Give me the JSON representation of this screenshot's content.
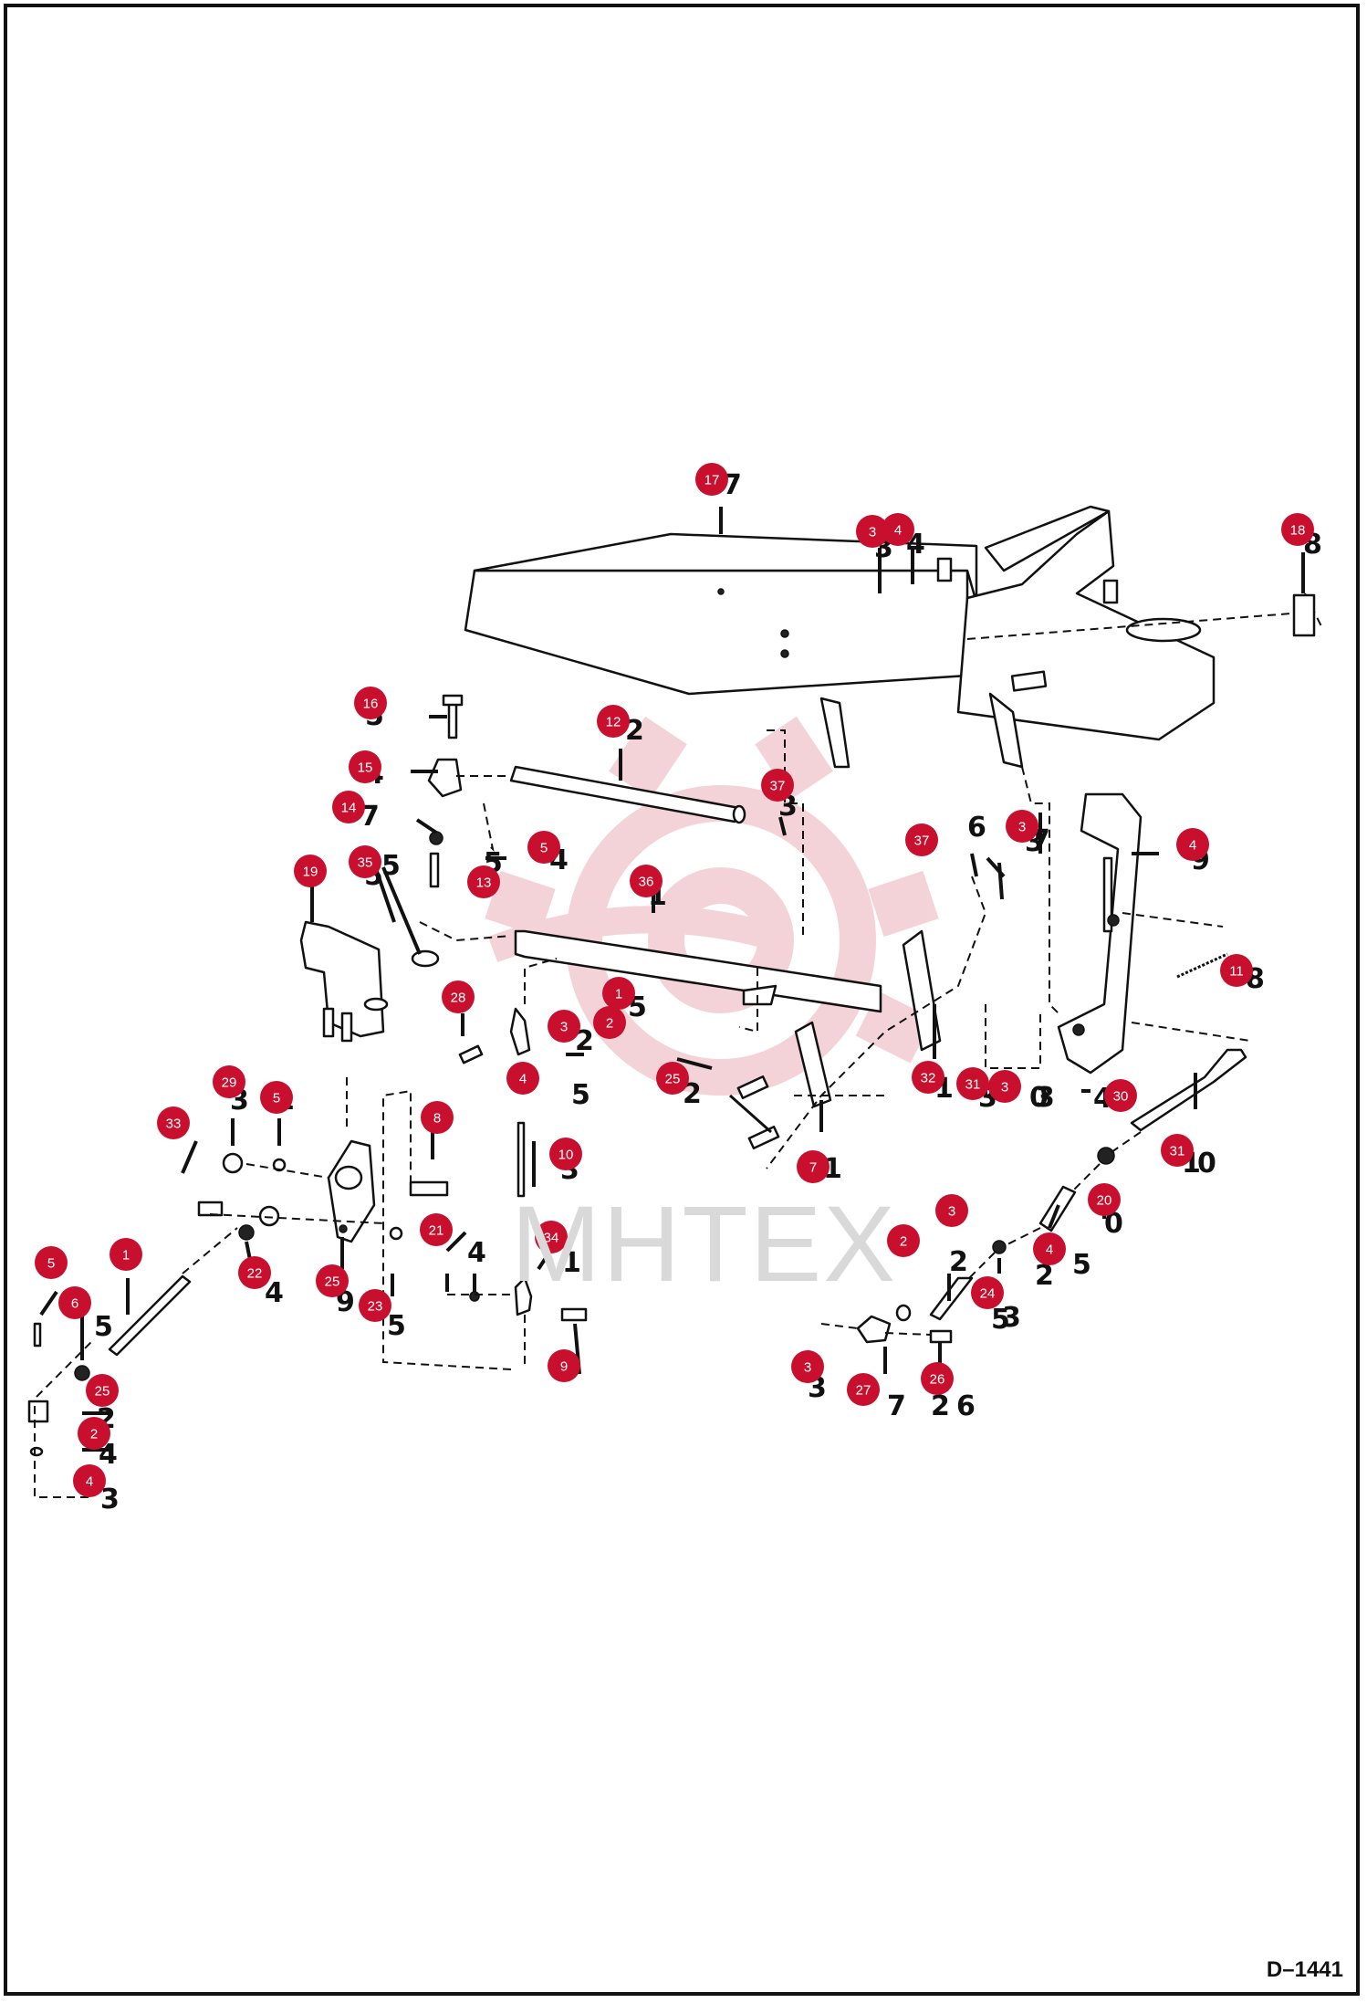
{
  "drawing_number": "D–1441",
  "watermark": "MHTEX",
  "accent_color": "#c8102e",
  "callouts": [
    "17",
    "3",
    "4",
    "18",
    "16",
    "12",
    "15",
    "37",
    "14",
    "5",
    "13",
    "3",
    "37",
    "4",
    "19",
    "35",
    "36",
    "11",
    "28",
    "1",
    "3",
    "2",
    "4",
    "25",
    "32",
    "31",
    "3",
    "30",
    "29",
    "5",
    "8",
    "10",
    "33",
    "7",
    "31",
    "20",
    "21",
    "3",
    "4",
    "2",
    "24",
    "22",
    "25",
    "23",
    "34",
    "9",
    "5",
    "1",
    "6",
    "25",
    "2",
    "4",
    "3",
    "27",
    "26",
    "3",
    "1"
  ],
  "part_labels": [
    "7",
    "3",
    "4",
    "8",
    "5",
    "2",
    "4",
    "3",
    "7",
    "4",
    "5",
    "6",
    "3",
    "7",
    "9",
    "5",
    "5",
    "1",
    "8",
    "5",
    "5",
    "2",
    "2",
    "1",
    "1",
    "3",
    "3",
    "1",
    "3",
    "4",
    "0",
    "1",
    "0",
    "0",
    "3",
    "5",
    "4",
    "5",
    "2",
    "9",
    "1",
    "2",
    "2",
    "3",
    "5",
    "4",
    "4",
    "5",
    "3",
    "7",
    "2",
    "6",
    "3"
  ]
}
